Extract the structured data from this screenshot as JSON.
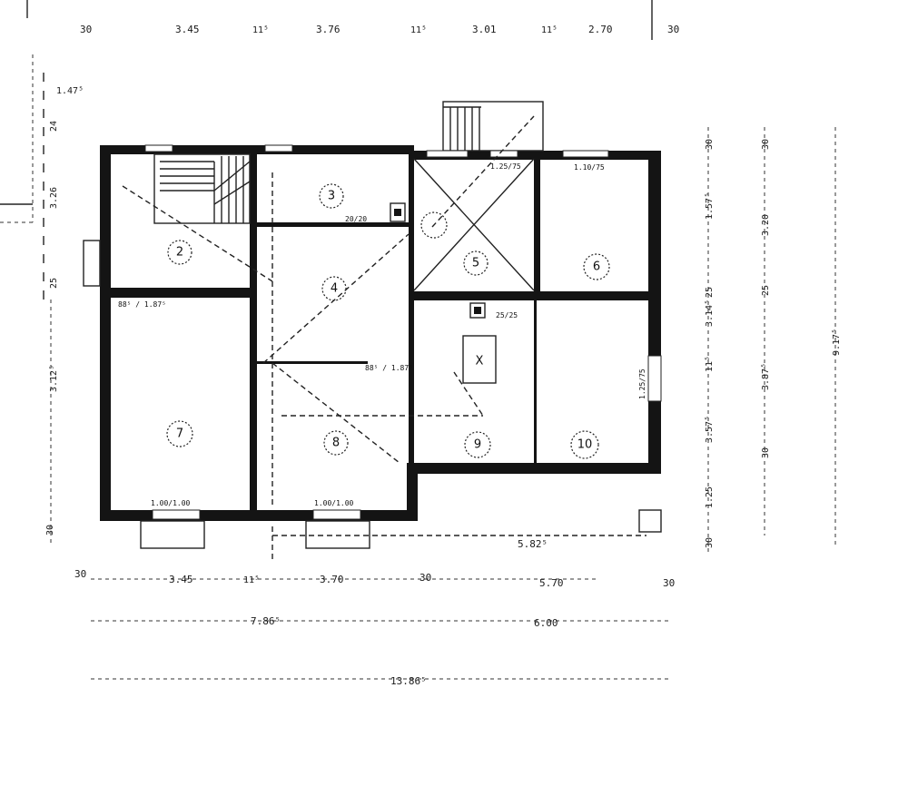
{
  "dimensions_top": [
    "30",
    "3.45",
    "11⁵",
    "3.76",
    "11⁵",
    "3.01",
    "11⁵",
    "2.70",
    "30"
  ],
  "dimensions_top_left": "1.47⁵",
  "dimensions_bottom_row1": [
    "30",
    "3.45",
    "11⁵",
    "3.70",
    "30",
    "5.70",
    "30"
  ],
  "dimensions_bottom_row2": [
    "7.86⁵",
    "6.00"
  ],
  "dimensions_bottom_total": "13.86⁵",
  "dimensions_left": [
    "24",
    "3.26",
    "25",
    "3.12⁵",
    "30"
  ],
  "dimensions_right_col1": [
    "30",
    "1.57⁵",
    "25",
    "3.14⁵",
    "11⁵",
    "3.57⁵",
    "1.25",
    "30"
  ],
  "dimensions_right_col2": [
    "30",
    "3.20",
    "25",
    "3.87⁵",
    "30"
  ],
  "dimensions_right_total": "9.17⁵",
  "rooms": [
    {
      "num": "2"
    },
    {
      "num": "3"
    },
    {
      "num": "4"
    },
    {
      "num": "5"
    },
    {
      "num": "6"
    },
    {
      "num": "7"
    },
    {
      "num": "8"
    },
    {
      "num": "9"
    },
    {
      "num": "10"
    }
  ],
  "openings": {
    "w6": "1.10/75",
    "w5": "1.25/75",
    "w10": "1.25/75",
    "w7": "1.00/1.00",
    "w8": "1.00/1.00",
    "door_2_7": "88⁵ / 1.87⁵",
    "door_4_8": "88⁵ / 1.87⁵",
    "shaft_3": "20/20",
    "chimney_9": "25/25",
    "dim_5_82": "5.82⁵"
  }
}
